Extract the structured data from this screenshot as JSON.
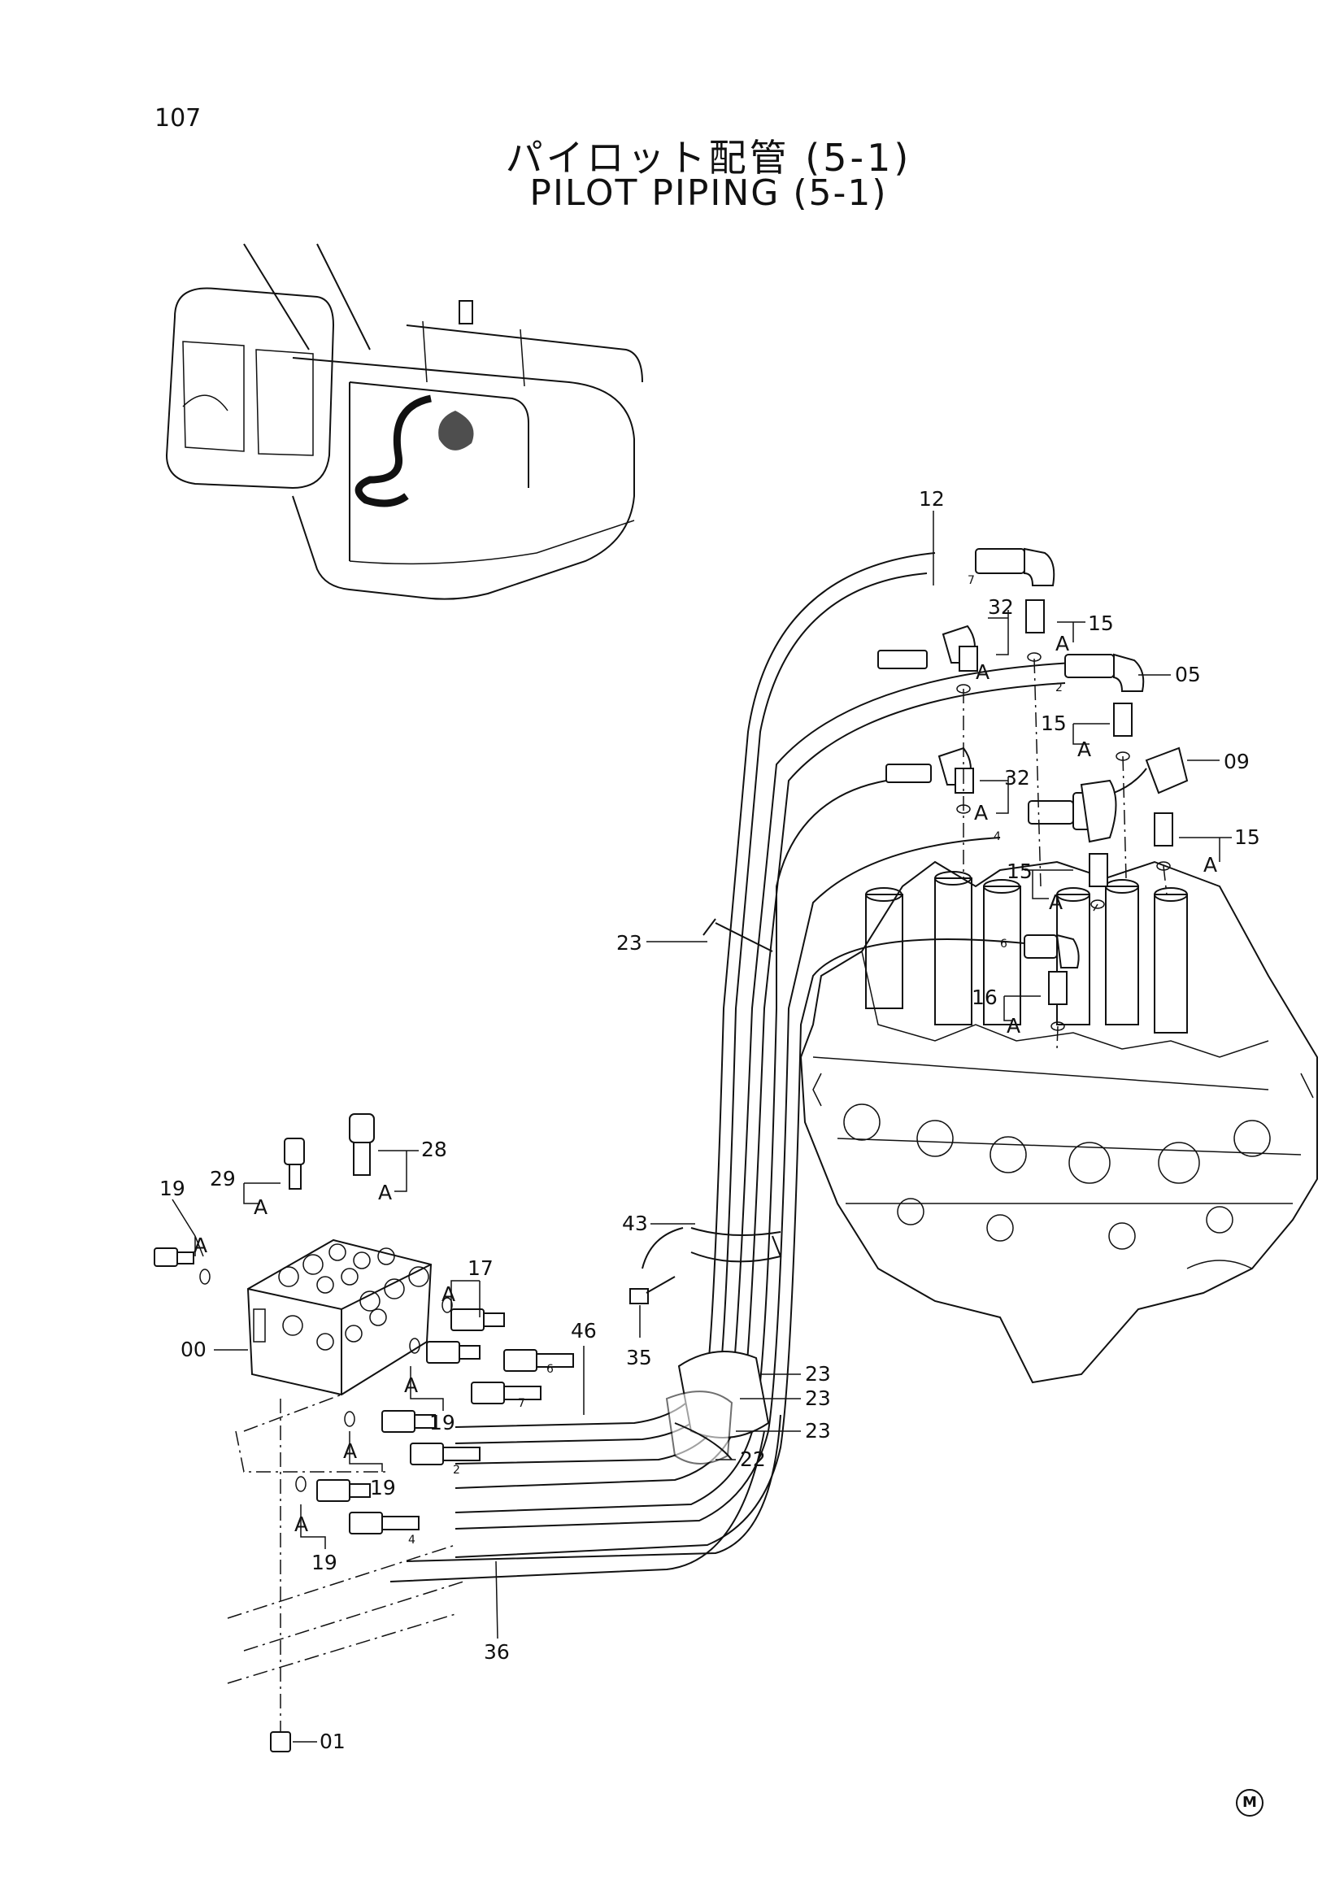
{
  "page": {
    "number": "107",
    "title_ja": "パイロット配管 (5-1)",
    "title_en": "PILOT PIPING (5-1)",
    "corner_mark": "M"
  },
  "callouts": {
    "c12": "12",
    "c15a": "15",
    "c32a": "32",
    "c05": "05",
    "c15b": "15",
    "c09": "09",
    "c32b": "32",
    "c15c": "15",
    "c15d": "15",
    "c16": "16",
    "c23a": "23",
    "c28": "28",
    "c29": "29",
    "c19a": "19",
    "c17": "17",
    "c00": "00",
    "c43": "43",
    "c46": "46",
    "c35": "35",
    "c23b": "23",
    "c23c": "23",
    "c23d": "23",
    "c22": "22",
    "c19b": "19",
    "c19c": "19",
    "c19d": "19",
    "c36": "36",
    "c01": "01"
  },
  "letters": {
    "a1": "A",
    "a2": "A",
    "a3": "A",
    "a4": "A",
    "a5": "A",
    "a6": "A",
    "a7": "A",
    "a8": "A",
    "a9": "A",
    "a10": "A",
    "a11": "A",
    "a12": "A",
    "a13": "A",
    "a14": "A"
  },
  "hose_numbers": {
    "h7a": "7",
    "h2a": "2",
    "h4a": "4",
    "h6a": "6",
    "h6b": "6",
    "h7b": "7",
    "h2b": "2",
    "h4b": "4"
  }
}
